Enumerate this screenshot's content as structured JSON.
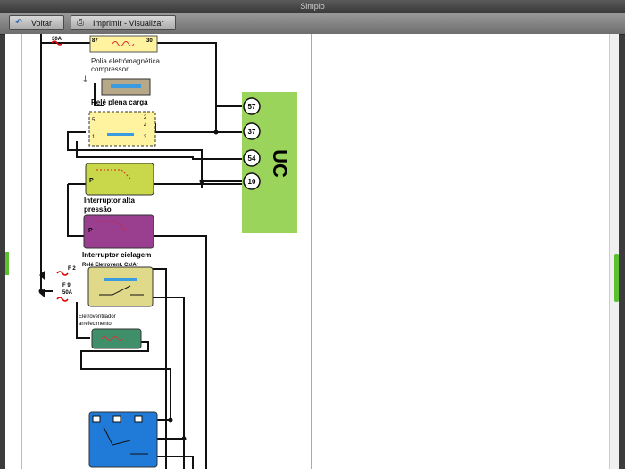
{
  "window": {
    "title": "Simplo"
  },
  "toolbar": {
    "back_label": "Voltar",
    "print_label": "Imprimir - Visualizar Impressão"
  },
  "diagram": {
    "fuse_top": "30A",
    "compressor_pin_left": "87",
    "compressor_pin_right": "30",
    "compressor_label_1": "Polia eletrómagnética",
    "compressor_label_2": "compressor",
    "full_load_relay": "Relê plena carga",
    "relay_pin_5": "5",
    "relay_pin_2": "2",
    "relay_pin_4": "4",
    "relay_pin_1": "1",
    "relay_pin_3": "3",
    "uc_label": "UC",
    "uc_pins": [
      "57",
      "37",
      "54",
      "10"
    ],
    "switch_p": "P",
    "high_pressure_1": "Interruptor alta",
    "high_pressure_2": "pressão",
    "cycling_switch": "Interruptor ciclagem",
    "fan_relay": "Relé Eletrovent. Cx/Ar",
    "fuse_f2": "F 2",
    "fuse_f9": "F 9",
    "fuse_f9_rating": "50A",
    "fan_label_1": "Eletroventilador",
    "fan_label_2": "arrefecimento"
  }
}
